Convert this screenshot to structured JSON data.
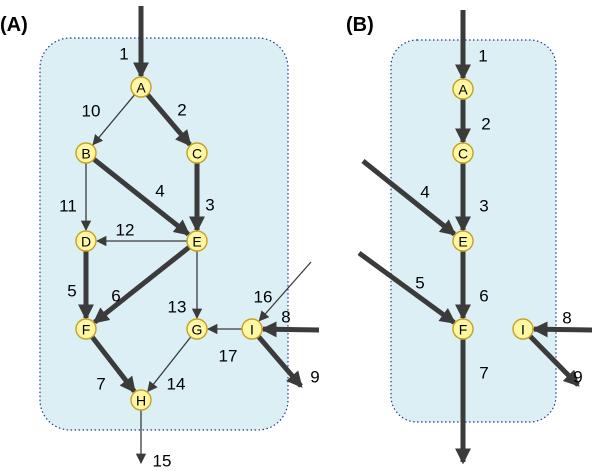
{
  "colors": {
    "node_fill": "#fff7a3",
    "node_stroke": "#c8a020",
    "edge": "#3b3b3b",
    "container_fill": "#dbeff4",
    "container_border": "#1a3a8a"
  },
  "panels": [
    {
      "id": "A",
      "label": "(A)",
      "nodes": [
        {
          "id": "A",
          "label": "A"
        },
        {
          "id": "B",
          "label": "B"
        },
        {
          "id": "C",
          "label": "C"
        },
        {
          "id": "D",
          "label": "D"
        },
        {
          "id": "E",
          "label": "E"
        },
        {
          "id": "F",
          "label": "F"
        },
        {
          "id": "G",
          "label": "G"
        },
        {
          "id": "H",
          "label": "H"
        },
        {
          "id": "I",
          "label": "I"
        }
      ],
      "edges": [
        {
          "label": "1",
          "from": "",
          "to": "A",
          "weight": "thick"
        },
        {
          "label": "2",
          "from": "A",
          "to": "C",
          "weight": "thick"
        },
        {
          "label": "10",
          "from": "A",
          "to": "B",
          "weight": "thin"
        },
        {
          "label": "3",
          "from": "C",
          "to": "E",
          "weight": "thick"
        },
        {
          "label": "4",
          "from": "B",
          "to": "E",
          "weight": "thick"
        },
        {
          "label": "11",
          "from": "B",
          "to": "D",
          "weight": "thin"
        },
        {
          "label": "12",
          "from": "E",
          "to": "D",
          "weight": "thin"
        },
        {
          "label": "5",
          "from": "D",
          "to": "F",
          "weight": "thick"
        },
        {
          "label": "6",
          "from": "E",
          "to": "F",
          "weight": "thick"
        },
        {
          "label": "13",
          "from": "E",
          "to": "G",
          "weight": "thin"
        },
        {
          "label": "7",
          "from": "F",
          "to": "H",
          "weight": "thick"
        },
        {
          "label": "14",
          "from": "G",
          "to": "H",
          "weight": "thin"
        },
        {
          "label": "17",
          "from": "I",
          "to": "G",
          "weight": "thin"
        },
        {
          "label": "16",
          "from": "",
          "to": "I",
          "weight": "thin"
        },
        {
          "label": "8",
          "from": "",
          "to": "I",
          "weight": "thick"
        },
        {
          "label": "9",
          "from": "I",
          "to": "",
          "weight": "thick"
        },
        {
          "label": "15",
          "from": "H",
          "to": "",
          "weight": "thin"
        }
      ]
    },
    {
      "id": "B",
      "label": "(B)",
      "nodes": [
        {
          "id": "A",
          "label": "A"
        },
        {
          "id": "C",
          "label": "C"
        },
        {
          "id": "E",
          "label": "E"
        },
        {
          "id": "F",
          "label": "F"
        },
        {
          "id": "I",
          "label": "I"
        }
      ],
      "edges": [
        {
          "label": "1",
          "from": "",
          "to": "A",
          "weight": "thick"
        },
        {
          "label": "2",
          "from": "A",
          "to": "C",
          "weight": "thick"
        },
        {
          "label": "3",
          "from": "C",
          "to": "E",
          "weight": "thick"
        },
        {
          "label": "4",
          "from": "",
          "to": "E",
          "weight": "thick"
        },
        {
          "label": "6",
          "from": "E",
          "to": "F",
          "weight": "thick"
        },
        {
          "label": "5",
          "from": "",
          "to": "F",
          "weight": "thick"
        },
        {
          "label": "7",
          "from": "F",
          "to": "",
          "weight": "thick"
        },
        {
          "label": "8",
          "from": "",
          "to": "I",
          "weight": "thick"
        },
        {
          "label": "9",
          "from": "I",
          "to": "",
          "weight": "thick"
        }
      ]
    }
  ]
}
